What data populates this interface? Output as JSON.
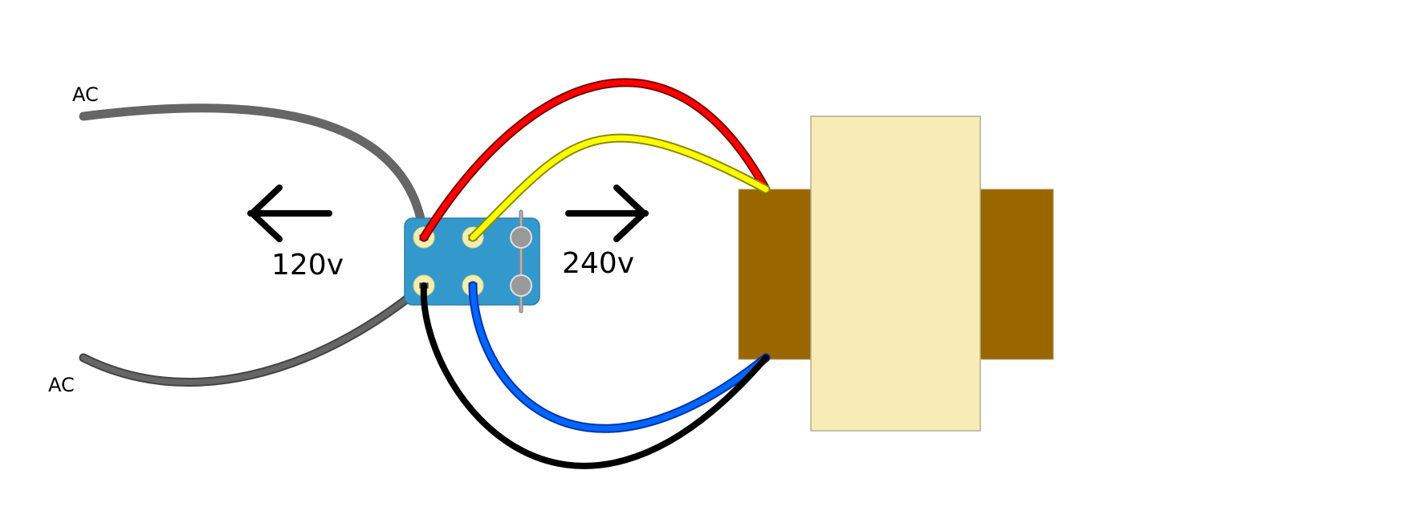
{
  "labels": {
    "ac_top": "AC",
    "ac_bottom": "AC",
    "v120": "120v",
    "v240": "240v"
  },
  "colors": {
    "background": "#ffffff",
    "switch_body": "#3399cc",
    "terminal": "#f3eeb0",
    "terminal_inactive": "#999999",
    "transformer_core": "#996600",
    "transformer_coil": "#f8ecb6",
    "wire_ac": "#666666",
    "wire_red": "#ff0000",
    "wire_yellow": "#ffff00",
    "wire_blue": "#0066ff",
    "wire_black": "#000000",
    "arrow": "#000000"
  }
}
